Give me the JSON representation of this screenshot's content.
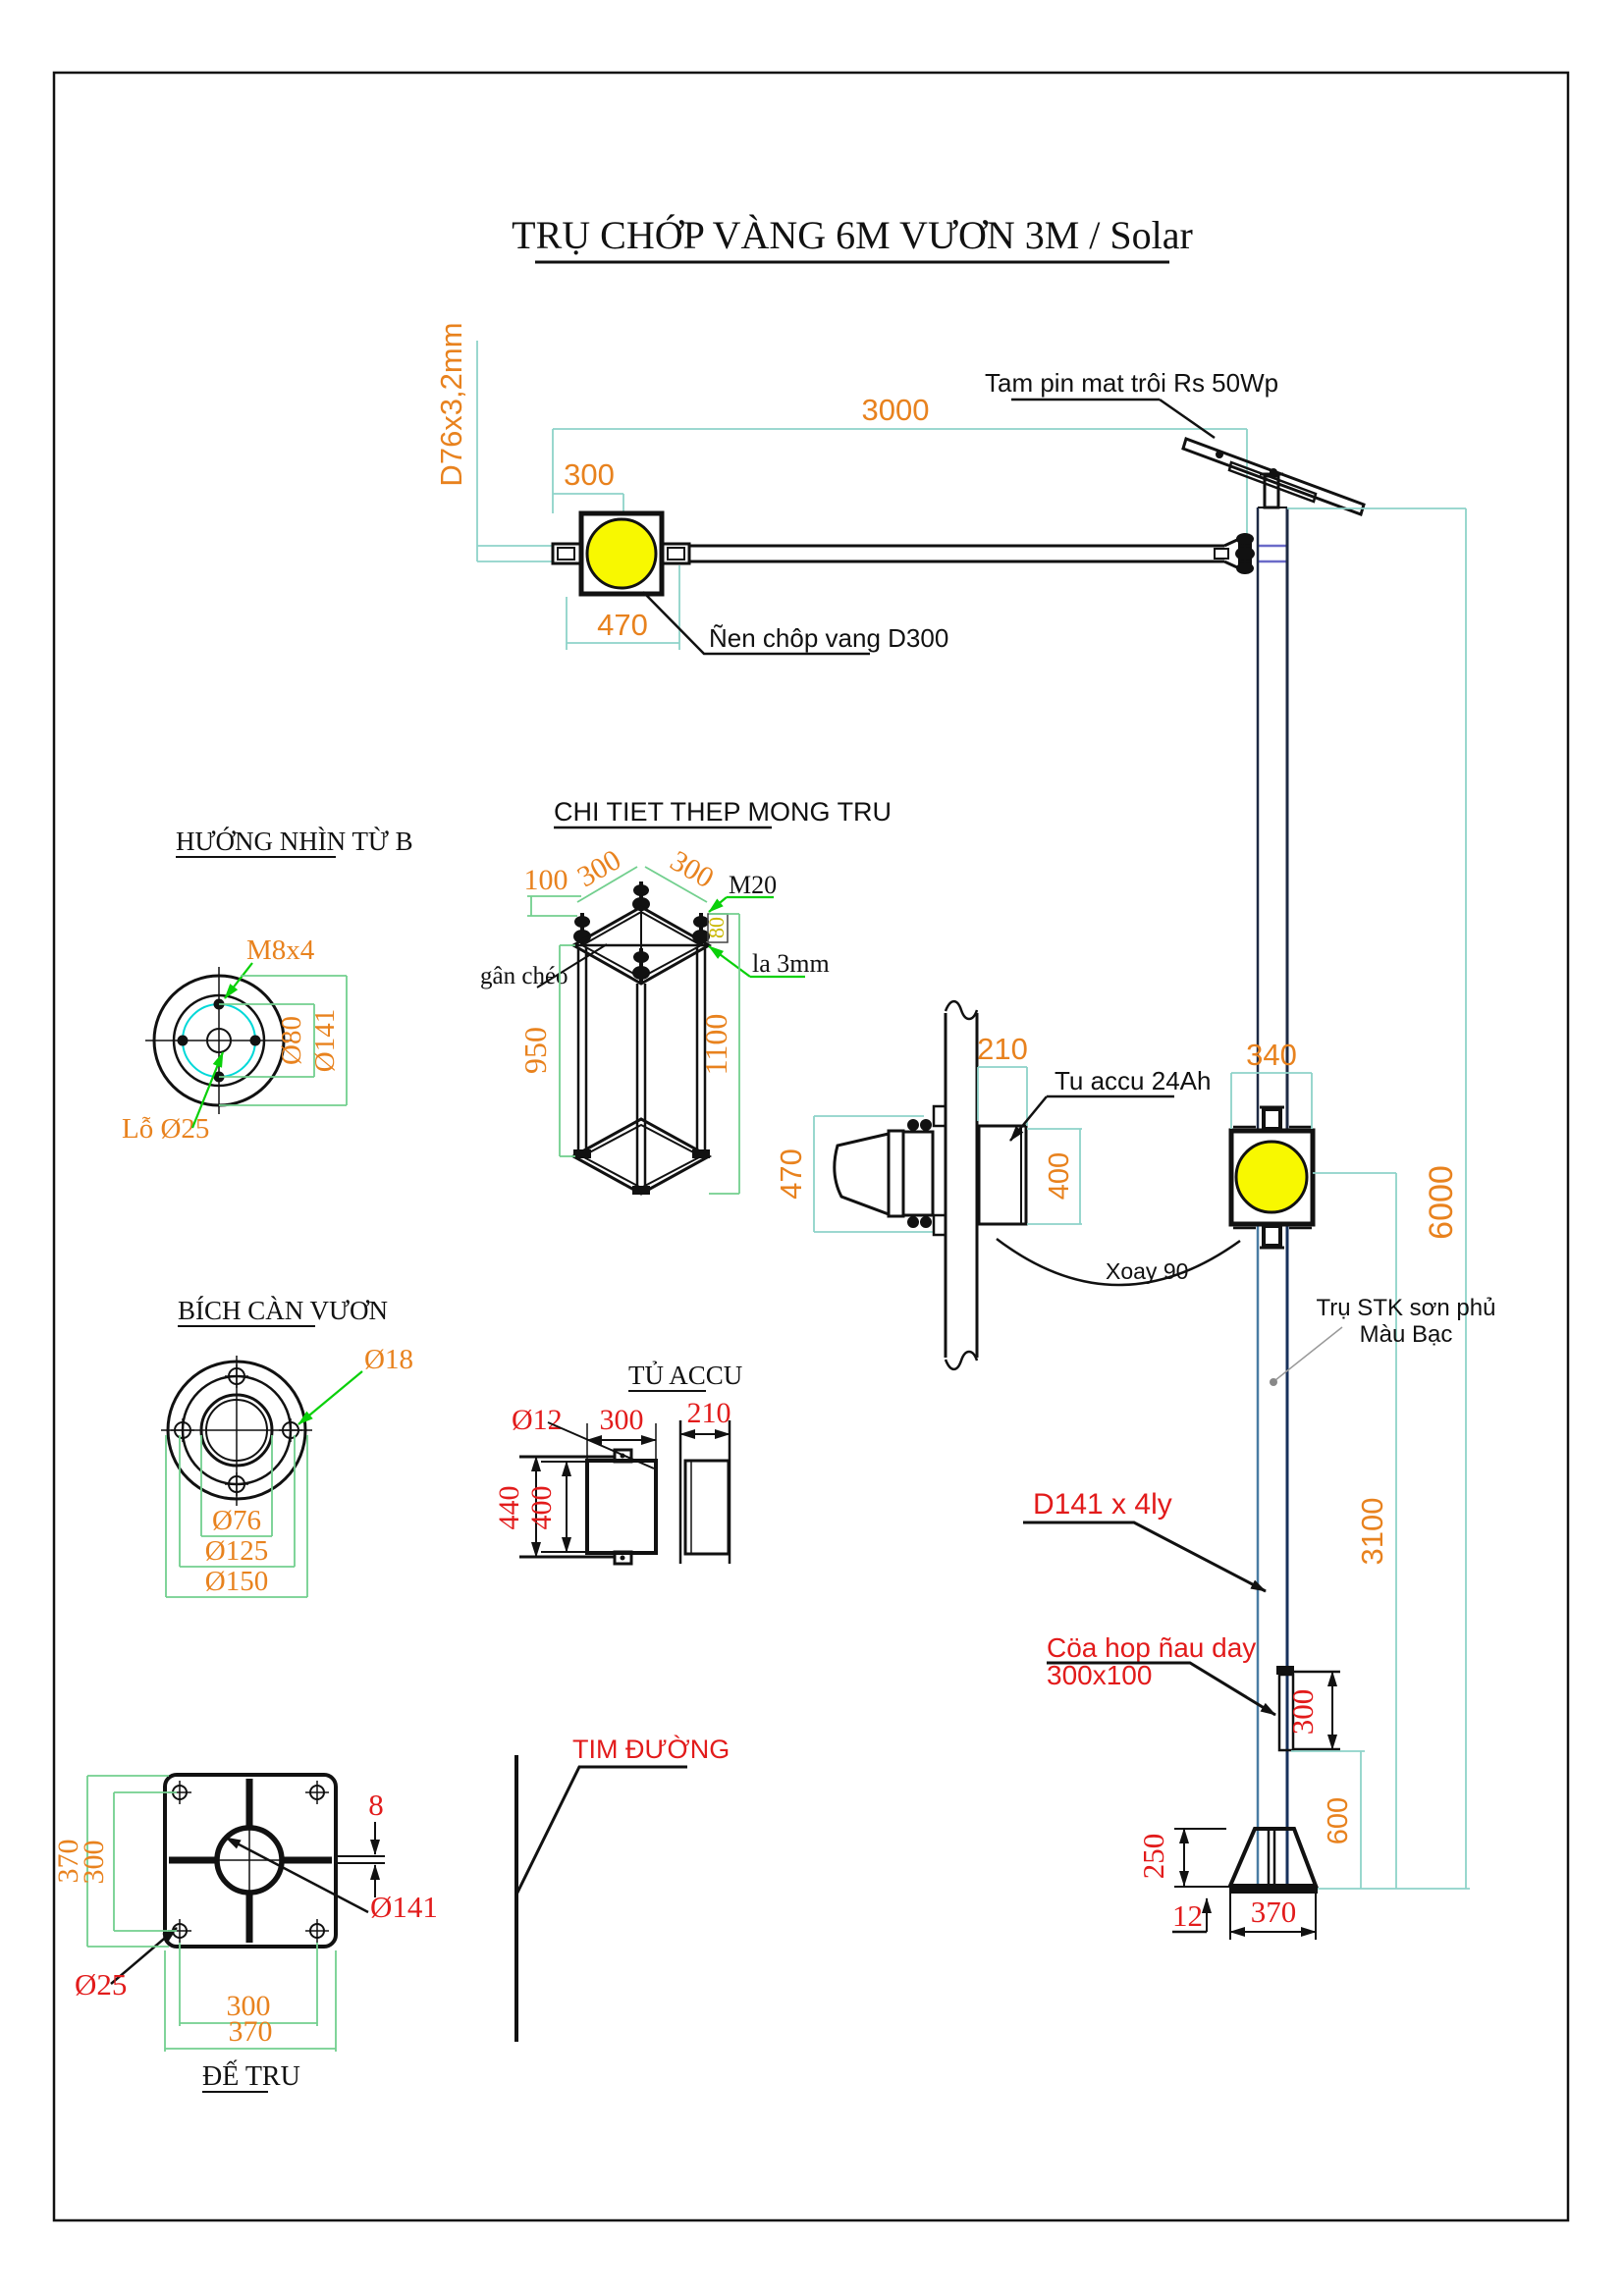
{
  "title": "TRỤ CHỚP VÀNG 6M VƯƠN 3M / Solar",
  "colors": {
    "dim_teal": "#8ed3c9",
    "dim_green": "#72cf8e",
    "leader_green": "#0ad00a",
    "dim_orange": "#e8821e",
    "dim_red": "#e21b1b",
    "lamp_yellow": "#f8f800",
    "pole_blue": "#4a7ca3",
    "pole_navy": "#17315c",
    "flange_purple": "#6a6ac8",
    "bolt_circle_cyan": "#00d8d8"
  },
  "top_assembly": {
    "dim_3000": "3000",
    "dim_300": "300",
    "dim_470": "470",
    "arm_tube": "D76x3,2mm",
    "solar_panel": "Tam pin mat trôi Rs 50Wp",
    "lamp": "Ñen chôp vang D300"
  },
  "view_b": {
    "title": "HƯỚNG NHÌN TỪ B",
    "bolts": "M8x4",
    "d80": "Ø80",
    "d141": "Ø141",
    "hole": "Lỗ Ø25"
  },
  "foundation": {
    "title": "CHI TIET THEP MONG TRU",
    "dim_100": "100",
    "dim_300_left": "300",
    "dim_300_right": "300",
    "bolt": "M20",
    "dim_80": "80",
    "plate": "la 3mm",
    "brace": "gân chéo",
    "dim_950": "950",
    "dim_1100": "1100"
  },
  "battery_assembly": {
    "dim_210": "210",
    "dim_470": "470",
    "dim_400": "400",
    "cabinet": "Tu accu 24Ah",
    "rotate": "Xoay 90"
  },
  "pole": {
    "dim_340": "340",
    "dim_6000": "6000",
    "dim_3100": "3100",
    "coating_line1": "Trụ STK sơn phủ",
    "coating_line2": "Màu Bạc",
    "tube": "D141 x 4ly",
    "door_line1": "Cöa hop ñau day",
    "door_line2": "300x100",
    "dim_door": "300",
    "dim_600": "600",
    "dim_250": "250",
    "dim_12": "12",
    "dim_370": "370"
  },
  "arm_flange": {
    "title": "BÍCH CÀN VƯƠN",
    "d18": "Ø18",
    "d76": "Ø76",
    "d125": "Ø125",
    "d150": "Ø150"
  },
  "cabinet_detail": {
    "title": "TỦ ACCU",
    "d12": "Ø12",
    "dim_300": "300",
    "dim_210": "210",
    "dim_440": "440",
    "dim_400": "400"
  },
  "base_plate": {
    "title": "ĐẾ TRU",
    "dim_370_left": "370",
    "dim_300_left": "300",
    "dim_300_bottom": "300",
    "dim_370_bottom": "370",
    "dim_8": "8",
    "d141": "Ø141",
    "d25": "Ø25"
  },
  "road": {
    "label": "TIM ĐƯỜNG"
  }
}
